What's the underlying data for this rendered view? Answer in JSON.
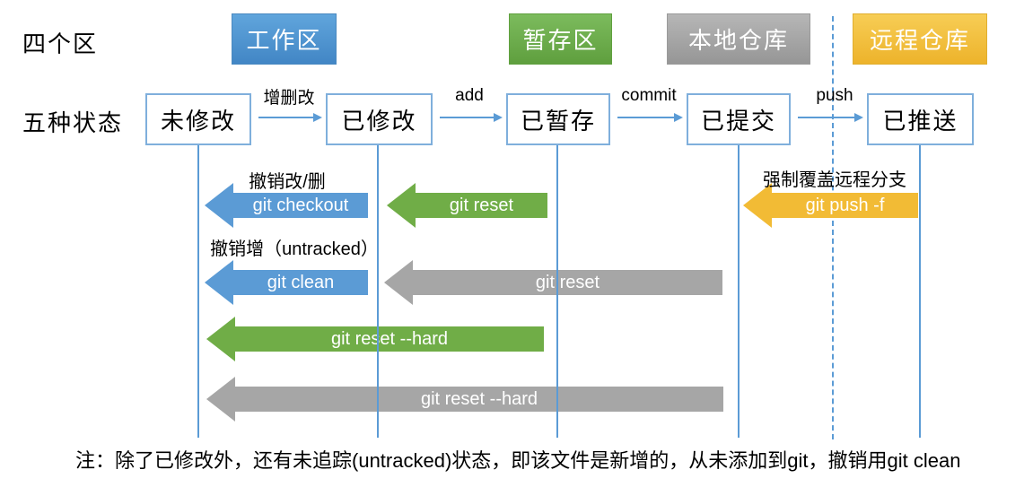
{
  "colors": {
    "blue": "#5b9bd5",
    "green": "#70ad47",
    "gray": "#a6a6a6",
    "gold": "#f2bb35",
    "line": "#5b9bd5",
    "state_border": "#7fafdc"
  },
  "legend": {
    "areas_label": "四个区",
    "states_label": "五种状态"
  },
  "areas": [
    {
      "label": "工作区",
      "color": "blue"
    },
    {
      "label": "暂存区",
      "color": "green"
    },
    {
      "label": "本地仓库",
      "color": "gray"
    },
    {
      "label": "远程仓库",
      "color": "gold"
    }
  ],
  "states": [
    {
      "label": "未修改"
    },
    {
      "label": "已修改"
    },
    {
      "label": "已暂存"
    },
    {
      "label": "已提交"
    },
    {
      "label": "已推送"
    }
  ],
  "transitions": [
    {
      "label": "增删改"
    },
    {
      "label": "add"
    },
    {
      "label": "commit"
    },
    {
      "label": "push"
    }
  ],
  "commands": {
    "checkout": {
      "label": "git checkout",
      "annotation": "撤销改/删",
      "color": "blue"
    },
    "reset_from_staged": {
      "label": "git reset",
      "color": "green"
    },
    "push_force": {
      "label": "git push -f",
      "annotation": "强制覆盖远程分支",
      "color": "gold"
    },
    "clean": {
      "label": "git clean",
      "annotation": "撤销增（untracked）",
      "color": "blue"
    },
    "reset_from_committed": {
      "label": "git reset",
      "color": "gray"
    },
    "reset_hard_staged": {
      "label": "git reset --hard",
      "color": "green"
    },
    "reset_hard_committed": {
      "label": "git reset --hard",
      "color": "gray"
    }
  },
  "note": "注：除了已修改外，还有未追踪(untracked)状态，即该文件是新增的，从未添加到git，撤销用git clean"
}
